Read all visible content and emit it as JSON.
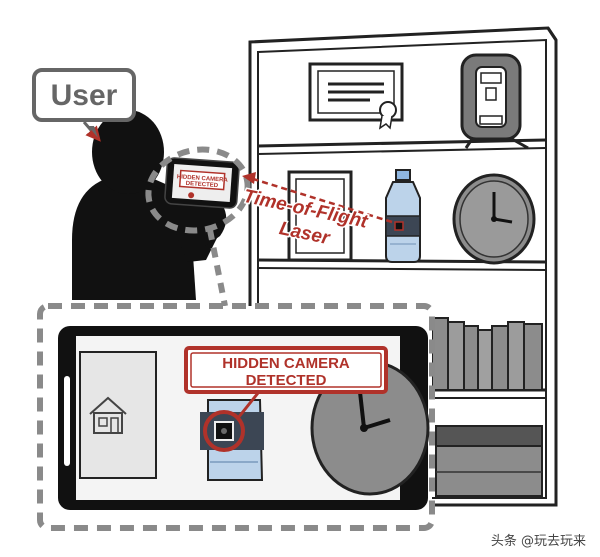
{
  "labels": {
    "user": "User",
    "laser_line1": "Time-of-Flight",
    "laser_line2": "Laser",
    "detected_line1": "HIDDEN CAMERA",
    "detected_line2": "DETECTED",
    "small_detected_line1": "HIDDEN CAMERA",
    "small_detected_line2": "DETECTED",
    "watermark": "头条 @玩去玩来"
  },
  "colors": {
    "accent_red": "#b0322a",
    "silhouette": "#111111",
    "shelf_line": "#222222",
    "gray_fill": "#8c8c8c",
    "bottle_blue": "#bcd3ea"
  },
  "icons": [
    "user-silhouette",
    "smartphone",
    "water-bottle",
    "wall-clock",
    "certificate",
    "thermostat",
    "books",
    "storage-box",
    "house-icon",
    "hidden-camera-lens"
  ]
}
